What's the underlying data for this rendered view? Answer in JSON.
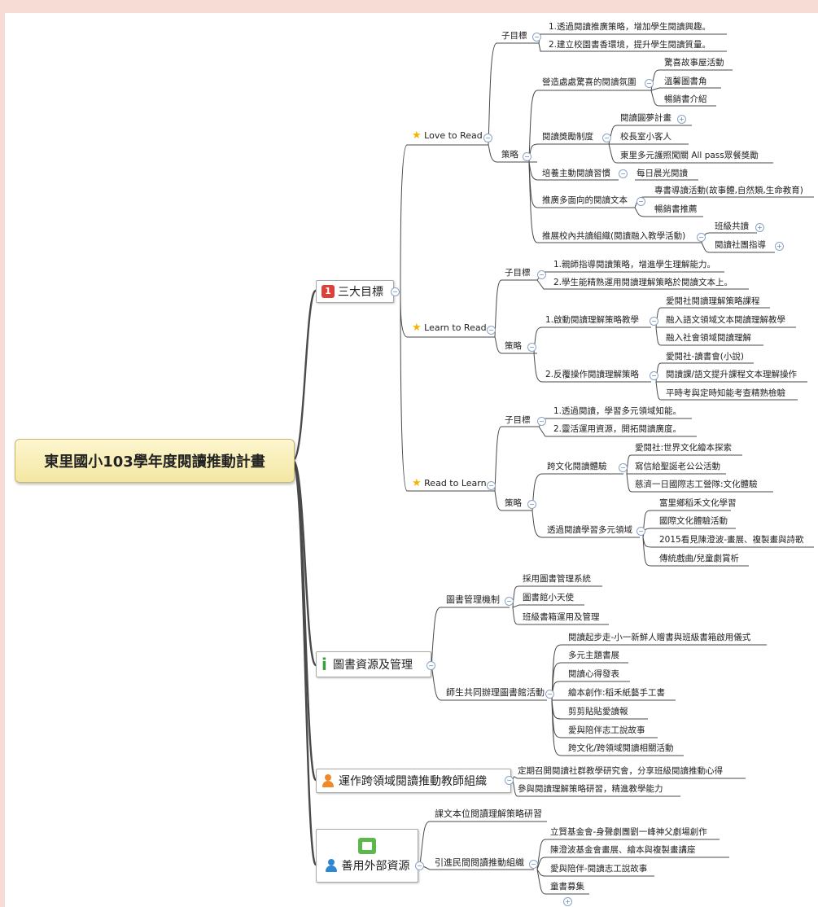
{
  "root": {
    "title": "東里國小103學年度閱讀推動計畫"
  },
  "branches": {
    "goals": "三大目標",
    "goals_badge": "1",
    "library": "圖書資源及管理",
    "teachers": "運作跨領域閱讀推動教師組織",
    "external": "善用外部資源"
  },
  "love": {
    "title": "Love to Read",
    "sub_goal": "子目標",
    "goal1": "1.透過閱讀推廣策略，增加學生閱讀興趣。",
    "goal2": "2.建立校園書香環境，提升學生閱讀質量。",
    "strategy": "策略",
    "atmos": "營造處處驚喜的閱讀氛圍",
    "atmos1": "驚喜故事屋活動",
    "atmos2": "溫馨圖書角",
    "atmos3": "暢銷書介紹",
    "reward": "閱讀獎勵制度",
    "reward1": "閱讀圓夢計畫",
    "reward2": "校長室小客人",
    "reward3": "東里多元護照闖關 All pass眾餐獎勵",
    "habit": "培養主動閱讀習慣",
    "habit1": "每日晨光閱讀",
    "multi": "推廣多面向的閱讀文本",
    "multi1": "專書導讀活動(故事體,自然類,生命教育)",
    "multi2": "暢銷書推薦",
    "shared": "推展校內共讀組織(閱讀融入教學活動)",
    "shared1": "班級共讀",
    "shared2": "閱讀社團指導"
  },
  "learn": {
    "title": "Learn to Read",
    "sub_goal": "子目標",
    "goal1": "1.親師指導閱讀策略，增進學生理解能力。",
    "goal2": "2.學生能精熟運用閱讀理解策略於閱讀文本上。",
    "strategy": "策略",
    "s1": "1.啟動閱讀理解策略教學",
    "s1a": "愛閱社閱讀理解策略課程",
    "s1b": "融入語文領域文本閱讀理解教學",
    "s1c": "融入社會領域閱讀理解",
    "s2": "2.反覆操作閱讀理解策略",
    "s2a": "愛閱社-讀書會(小說)",
    "s2b": "閱讀課/語文提升課程文本理解操作",
    "s2c": "平時考與定時知能考查精熟檢驗"
  },
  "read": {
    "title": "Read to Learn",
    "sub_goal": "子目標",
    "goal1": "1.透過閱讀，學習多元領域知能。",
    "goal2": "2.靈活運用資源，開拓閱讀廣度。",
    "strategy": "策略",
    "cross": "跨文化閱讀體驗",
    "cross1": "愛閱社:世界文化繪本探索",
    "cross2": "寫信給聖誕老公公活動",
    "cross3": "慈濟一日國際志工營隊:文化體驗",
    "fields": "透過閱讀學習多元領域",
    "fields1": "富里鄉稻禾文化學習",
    "fields2": "國際文化體驗活動",
    "fields3": "2015看見陳澄波-畫展、複製畫與詩歌",
    "fields4": "傳統戲曲/兒童劇賞析"
  },
  "lib": {
    "mgmt": "圖書管理機制",
    "mgmt1": "採用圖書管理系統",
    "mgmt2": "圖書館小天使",
    "mgmt3": "班級書箱運用及管理",
    "act": "師生共同辦理圖書館活動",
    "act1": "閱讀起步走-小一新鮮人贈書與班級書箱啟用儀式",
    "act2": "多元主題書展",
    "act3": "閱讀心得發表",
    "act4": "繪本創作:稻禾紙藝手工書",
    "act5": "剪剪貼貼愛讀報",
    "act6": "愛與陪伴志工說故事",
    "act7": "跨文化/跨領域閱讀相關活動"
  },
  "teach": {
    "t1": "定期召開閱讀社群教學研究會，分享班級閱讀推動心得",
    "t2": "參與閱讀理解策略研習，精進教學能力"
  },
  "ext": {
    "e1": "課文本位閱讀理解策略研習",
    "e2": "引進民間閱讀推動組織",
    "e2a": "立賢基金會-身聲劇團劉一峰神父劇場創作",
    "e2b": "陳澄波基金會畫展、繪本與複製畫講座",
    "e2c": "愛與陪伴-閱讀志工說故事",
    "e2d": "童書募集"
  },
  "colors": {
    "line": "#4a4a4a",
    "accent": "#f5b400",
    "badge": "#d9413a",
    "info": "#38a33e",
    "person": "#ef8a2c",
    "person2": "#2f86d1",
    "bg": "#f7dcd6"
  },
  "icons": {
    "collapse": "minus-circle-icon",
    "expand": "plus-circle-icon",
    "star": "star-icon",
    "badge": "number-one-icon",
    "info": "info-icon",
    "person": "person-icon",
    "clipboard": "clipboard-icon"
  }
}
